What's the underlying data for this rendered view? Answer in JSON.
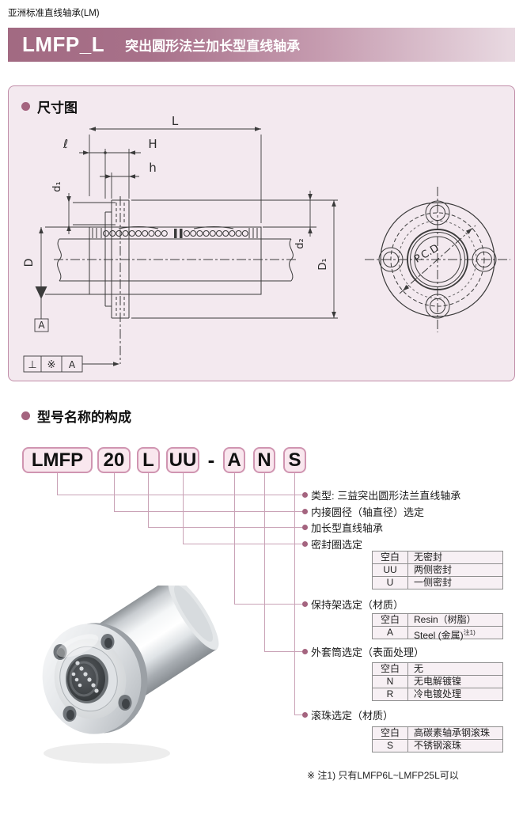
{
  "top_label": "亚洲标准直线轴承(LM)",
  "banner": {
    "model": "LMFP_L",
    "title": "突出圆形法兰加长型直线轴承",
    "color_left": "#a26a82",
    "color_right": "#e9dae2"
  },
  "section1": {
    "title": "尺寸图",
    "drawing": {
      "dim_L": "L",
      "dim_l": "ℓ",
      "dim_H": "H",
      "dim_h": "h",
      "dim_d1": "d₁",
      "dim_D": "D",
      "dim_d2": "d₂",
      "dim_D1": "D₁",
      "datum": "A",
      "gdt_perp": "⊥",
      "gdt_note": "※",
      "gdt_datum": "A",
      "pcd": "P.C.D"
    }
  },
  "section2": {
    "title": "型号名称的构成",
    "code_parts": [
      "LMFP",
      "20",
      "L",
      "UU",
      "-",
      "A",
      "N",
      "S"
    ],
    "legend": [
      {
        "label": "类型: 三益突出圆形法兰直线轴承"
      },
      {
        "label": "内接圆径（轴直径）选定"
      },
      {
        "label": "加长型直线轴承"
      },
      {
        "label": "密封圈选定",
        "table": [
          [
            "空白",
            "无密封"
          ],
          [
            "UU",
            "两侧密封"
          ],
          [
            "U",
            "一侧密封"
          ]
        ]
      },
      {
        "label": "保持架选定（材质）",
        "table": [
          [
            "空白",
            "Resin（树脂）"
          ],
          [
            "A",
            "Steel (金属)^注1)"
          ]
        ]
      },
      {
        "label": "外套筒选定（表面处理）",
        "table": [
          [
            "空白",
            "无"
          ],
          [
            "N",
            "无电解镀镍"
          ],
          [
            "R",
            "冷电镀处理"
          ]
        ]
      },
      {
        "label": "滚珠选定（材质）",
        "table": [
          [
            "空白",
            "高碳素轴承钢滚珠"
          ],
          [
            "S",
            "不锈钢滚珠"
          ]
        ]
      }
    ],
    "note": "※ 注1) 只有LMFP6L~LMFP25L可以"
  }
}
